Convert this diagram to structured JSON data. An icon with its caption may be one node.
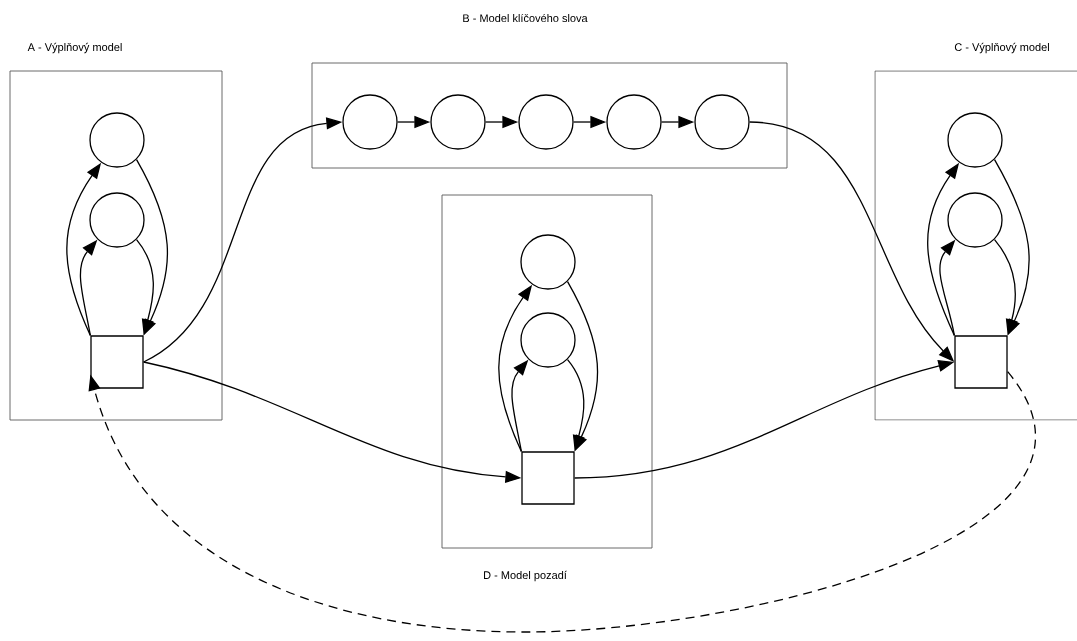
{
  "diagram": {
    "nodes": [
      {
        "text": [
          "A - Výplňový model"
        ]
      },
      {
        "text": [],
        "shape": "circle",
        "in": 0
      },
      {
        "text": [],
        "shape": "circle",
        "in": 0
      },
      {
        "text": [],
        "shape": "box",
        "in": 0
      },
      {
        "text": [
          "B - Model klíčového slova"
        ]
      },
      {
        "text": [],
        "shape": "circle",
        "in": 4
      },
      {
        "text": [],
        "shape": "circle",
        "in": 4
      },
      {
        "text": [],
        "shape": "circle",
        "in": 4
      },
      {
        "text": [],
        "shape": "circle",
        "in": 4
      },
      {
        "text": [],
        "shape": "circle",
        "in": 4
      },
      {
        "text": [
          "C - Výplňový model"
        ]
      },
      {
        "text": [],
        "shape": "circle",
        "in": 10
      },
      {
        "text": [],
        "shape": "circle",
        "in": 10
      },
      {
        "text": [],
        "shape": "box",
        "in": 10
      },
      {
        "text": [
          "D - Model pozadí"
        ]
      },
      {
        "text": [],
        "shape": "circle",
        "in": 14
      },
      {
        "text": [],
        "shape": "circle",
        "in": 14
      },
      {
        "text": [],
        "shape": "box",
        "in": 14
      }
    ],
    "edges": [
      {
        "from": 3,
        "to": 1,
        "arrow": "to"
      },
      {
        "from": 3,
        "to": 2,
        "arrow": "to"
      },
      {
        "from": 1,
        "to": 3,
        "arrow": "to"
      },
      {
        "from": 2,
        "to": 3,
        "arrow": "to"
      },
      {
        "from": 3,
        "to": 5,
        "arrow": "to"
      },
      {
        "from": 5,
        "to": 6,
        "arrow": "to"
      },
      {
        "from": 6,
        "to": 7,
        "arrow": "to"
      },
      {
        "from": 7,
        "to": 8,
        "arrow": "to"
      },
      {
        "from": 8,
        "to": 9,
        "arrow": "to"
      },
      {
        "from": 9,
        "to": 13,
        "arrow": "to"
      },
      {
        "from": 13,
        "to": 11,
        "arrow": "to"
      },
      {
        "from": 13,
        "to": 12,
        "arrow": "to"
      },
      {
        "from": 11,
        "to": 13,
        "arrow": "to"
      },
      {
        "from": 12,
        "to": 13,
        "arrow": "to"
      },
      {
        "from": 3,
        "to": 17,
        "arrow": "to"
      },
      {
        "from": 17,
        "to": 13,
        "arrow": "to"
      },
      {
        "from": 17,
        "to": 15,
        "arrow": "to"
      },
      {
        "from": 17,
        "to": 16,
        "arrow": "to"
      },
      {
        "from": 15,
        "to": 17,
        "arrow": "to"
      },
      {
        "from": 16,
        "to": 17,
        "arrow": "to"
      },
      {
        "from": 13,
        "to": 3,
        "arrow": "to",
        "style": "dashed"
      }
    ]
  }
}
